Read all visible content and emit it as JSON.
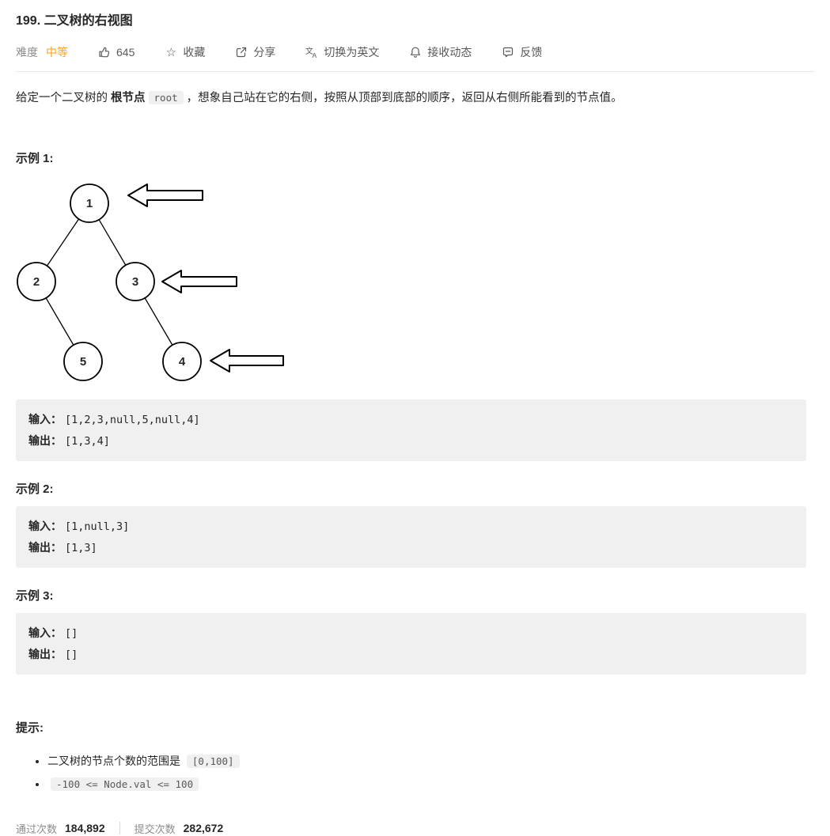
{
  "page": {
    "title": "199. 二叉树的右视图"
  },
  "meta": {
    "difficulty_label": "难度",
    "difficulty": "中等",
    "difficulty_color": "#ffa116",
    "likes": "645",
    "favorite_label": "收藏",
    "share_label": "分享",
    "language_label": "切换为英文",
    "subscribe_label": "接收动态",
    "feedback_label": "反馈"
  },
  "description": {
    "text_before": "给定一个二叉树的 ",
    "bold_term": "根节点",
    "inline_code": "root",
    "text_after": "，想象自己站在它的右侧，按照从顶部到底部的顺序，返回从右侧所能看到的节点值。"
  },
  "tree": {
    "nodes": [
      "1",
      "2",
      "3",
      "5",
      "4"
    ]
  },
  "examples": [
    {
      "label": "示例 1:",
      "input_label": "输入：",
      "input_value": "[1,2,3,null,5,null,4]",
      "output_label": "输出：",
      "output_value": "[1,3,4]"
    },
    {
      "label": "示例 2:",
      "input_label": "输入：",
      "input_value": "[1,null,3]",
      "output_label": "输出：",
      "output_value": "[1,3]"
    },
    {
      "label": "示例 3:",
      "input_label": "输入：",
      "input_value": "[]",
      "output_label": "输出：",
      "output_value": "[]"
    }
  ],
  "hints": {
    "label": "提示:",
    "item1_text": "二叉树的节点个数的范围是 ",
    "item1_code": "[0,100]",
    "item2_code": "-100 <= Node.val <= 100"
  },
  "stats": {
    "accepted_label": "通过次数",
    "accepted_value": "184,892",
    "submitted_label": "提交次数",
    "submitted_value": "282,672"
  }
}
